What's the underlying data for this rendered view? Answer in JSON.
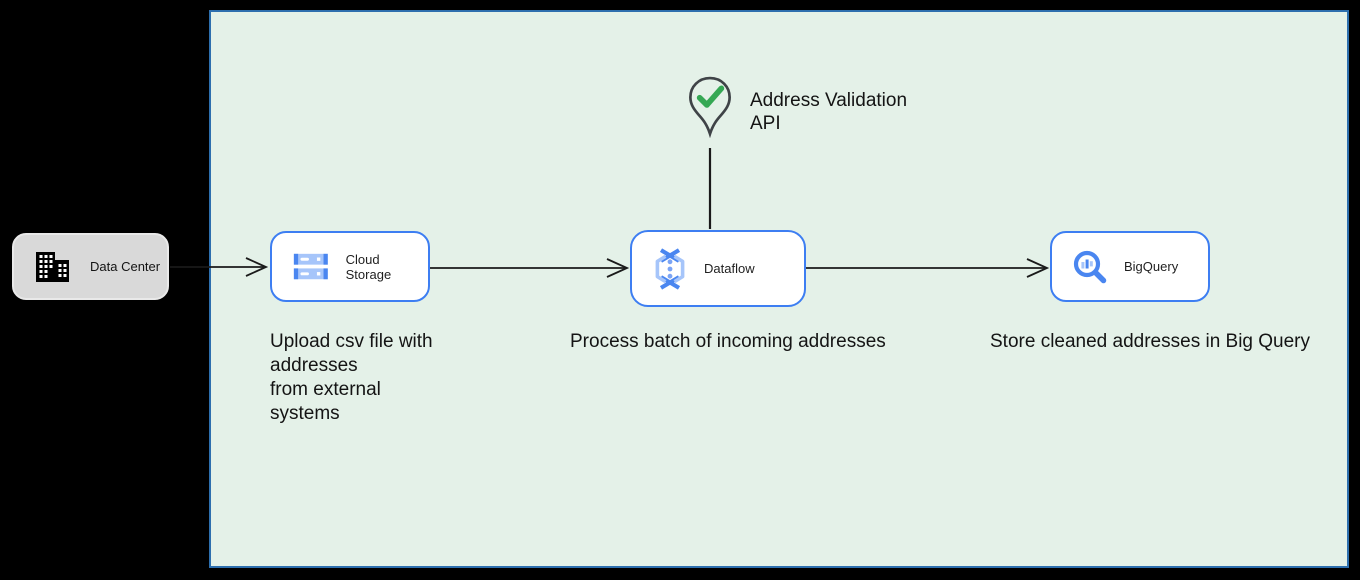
{
  "diagram": {
    "nodes": {
      "data_center": {
        "label": "Data Center",
        "icon": "building-icon"
      },
      "cloud_storage": {
        "label": "Cloud Storage",
        "icon": "cloud-storage-icon"
      },
      "dataflow": {
        "label": "Dataflow",
        "icon": "dataflow-icon"
      },
      "bigquery": {
        "label": "BigQuery",
        "icon": "bigquery-icon"
      },
      "address_validation": {
        "label_lines": [
          "Address Validation",
          "API"
        ],
        "icon": "map-pin-check-icon"
      }
    },
    "edges": [
      {
        "from": "data_center",
        "to": "cloud_storage",
        "style": "open-arrow"
      },
      {
        "from": "cloud_storage",
        "to": "dataflow",
        "style": "open-arrow"
      },
      {
        "from": "dataflow",
        "to": "bigquery",
        "style": "open-arrow"
      },
      {
        "from": "address_validation",
        "to": "dataflow",
        "style": "plain-line"
      }
    ],
    "annotations": {
      "cloud_storage_note": [
        "Upload csv file with",
        "addresses",
        "from external",
        "systems"
      ],
      "dataflow_note": "Process batch of incoming addresses",
      "bigquery_note": "Store cleaned addresses in Big Query"
    },
    "colors": {
      "canvas_background": "#000000",
      "panel_background": "#e4f1e8",
      "panel_border": "#2d6fae",
      "node_border_blue": "#3d7ef2",
      "icon_blue": "#4a86f0",
      "icon_light_blue": "#a6c5fa",
      "check_green": "#35a854",
      "pin_outline": "#3f4347",
      "data_center_fill": "#d9d9d9",
      "connector": "#1a1a1a"
    }
  }
}
